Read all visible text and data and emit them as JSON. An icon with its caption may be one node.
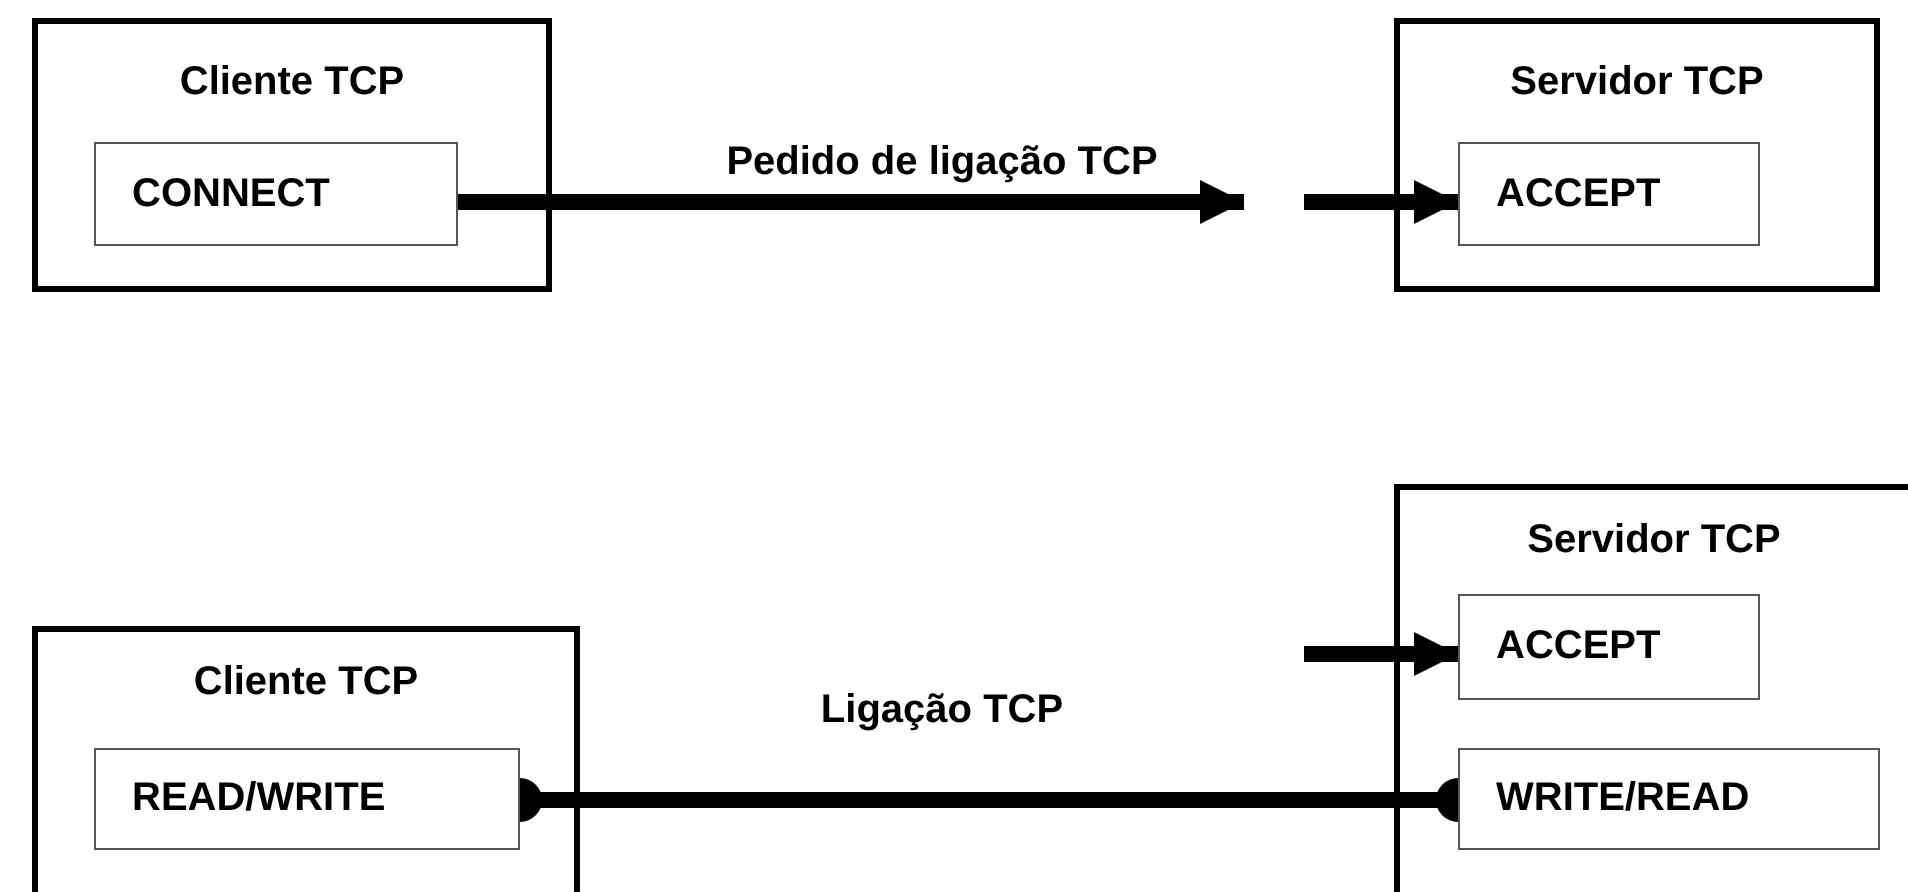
{
  "diagram": {
    "nodes": [
      {
        "text": [
          "Cliente TCP"
        ]
      },
      {
        "text": [
          "CONNECT"
        ],
        "in": 0
      },
      {
        "text": [
          "Servidor TCP"
        ]
      },
      {
        "text": [
          "ACCEPT"
        ],
        "in": 2
      },
      {
        "text": [
          "Cliente TCP"
        ]
      },
      {
        "text": [
          "READ/WRITE"
        ],
        "in": 4
      },
      {
        "text": [
          "Servidor TCP"
        ]
      },
      {
        "text": [
          "ACCEPT"
        ],
        "in": 6
      },
      {
        "text": [
          "WRITE/READ"
        ],
        "in": 6
      }
    ],
    "edges": [
      {
        "from": 1,
        "to": null,
        "arrow": "to",
        "label": "Pedido de ligação TCP"
      },
      {
        "from": null,
        "to": 3,
        "arrow": "to"
      },
      {
        "from": null,
        "to": 7,
        "arrow": "to"
      },
      {
        "from": 5,
        "to": 8,
        "arrow": "other",
        "label": "Ligação TCP"
      }
    ]
  }
}
